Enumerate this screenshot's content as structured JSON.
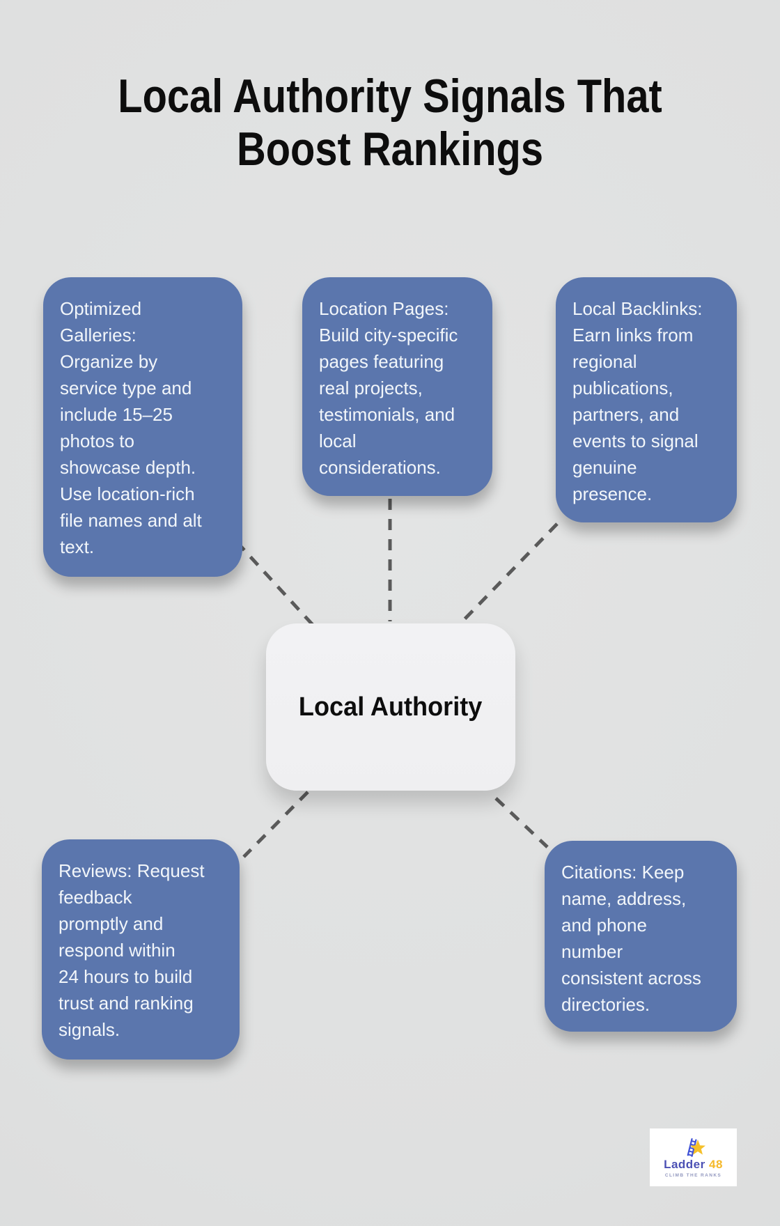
{
  "title": "Local Authority Signals That\nBoost Rankings",
  "center": {
    "label": "Local Authority"
  },
  "branches": [
    {
      "id": "optimized-galleries",
      "text": "Optimized\nGalleries:\nOrganize by\nservice type and\ninclude 15–25\nphotos to\nshowcase depth.\nUse location-rich\nfile names and alt\ntext."
    },
    {
      "id": "location-pages",
      "text": "Location Pages:\nBuild city-specific\npages featuring\nreal projects,\ntestimonials, and\nlocal\nconsiderations."
    },
    {
      "id": "local-backlinks",
      "text": "Local Backlinks:\nEarn links from\nregional\npublications,\npartners, and\nevents to signal\ngenuine\npresence."
    },
    {
      "id": "reviews",
      "text": "Reviews: Request\nfeedback\npromptly and\nrespond within\n24 hours to build\ntrust and ranking\nsignals."
    },
    {
      "id": "citations",
      "text": "Citations: Keep\nname, address,\nand phone\nnumber\nconsistent across\ndirectories."
    }
  ],
  "logo": {
    "brand": "Ladder",
    "number": "48",
    "tagline": "CLIMB THE RANKS"
  },
  "colors": {
    "background": "#E0E1E1",
    "branch_fill": "#5B76AD",
    "branch_text": "#F2F6FA",
    "center_fill": "#F1F1F3",
    "center_text": "#0D0D0D",
    "connector": "#5A5A5A",
    "title_text": "#0D0D0D",
    "logo_brand": "#4B50B4",
    "logo_number": "#F5B92A",
    "logo_tagline": "#9298BF",
    "logo_star": "#F5C02A",
    "logo_ladder": "#3F51D6"
  }
}
